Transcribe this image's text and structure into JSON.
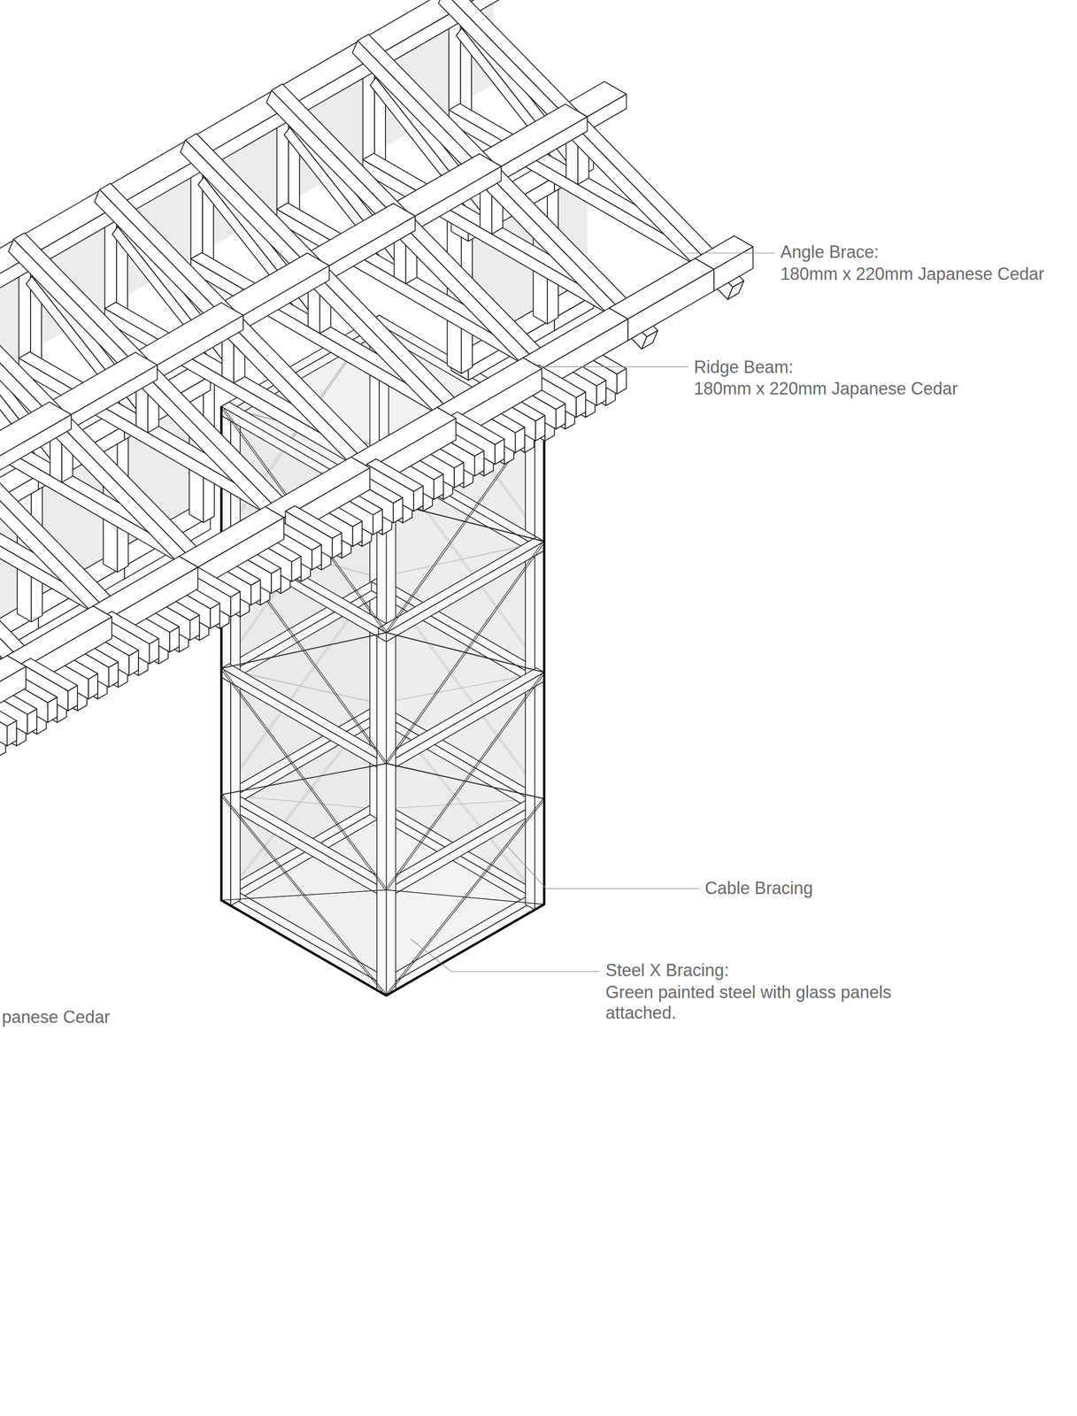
{
  "diagram": {
    "labels": [
      "Angle Brace:",
      "180mm x 220mm Japanese Cedar",
      "Ridge Beam:",
      "180mm x 220mm Japanese Cedar",
      "Cable Bracing",
      "Steel X Bracing:",
      "Green painted steel with glass panels attached.",
      "panese Cedar"
    ]
  }
}
